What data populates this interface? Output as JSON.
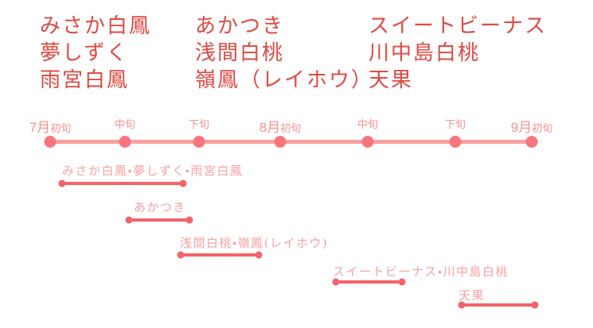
{
  "palette": {
    "variety_name_red": "#df4a43",
    "timeline_line": "#f9a09d",
    "timeline_dot": "#f7767b",
    "tick_label": "#f8918f",
    "bar_red": "#f5626b",
    "row_label_pink": "#f7a2a2",
    "background": "#ffffff"
  },
  "varieties": {
    "columns": [
      {
        "x": 50,
        "items": [
          "みさか白鳳",
          "夢しずく",
          "雨宮白鳳"
        ]
      },
      {
        "x": 245,
        "items": [
          "あかつき",
          "浅間白桃",
          "嶺鳳（レイホウ）"
        ]
      },
      {
        "x": 463,
        "items": [
          "スイートビーナス",
          "川中島白桃",
          "天果"
        ]
      }
    ]
  },
  "timeline": {
    "line": {
      "x1": 58,
      "x2": 676,
      "y": 178
    },
    "ticks": [
      {
        "month": "7月",
        "part": "初旬",
        "x": 63
      },
      {
        "month": "",
        "part": "中旬",
        "x": 157
      },
      {
        "month": "",
        "part": "下旬",
        "x": 250
      },
      {
        "month": "8月",
        "part": "初旬",
        "x": 352
      },
      {
        "month": "",
        "part": "中旬",
        "x": 462
      },
      {
        "month": "",
        "part": "下旬",
        "x": 572
      },
      {
        "month": "9月",
        "part": "初旬",
        "x": 668
      }
    ]
  },
  "harvest_rows": [
    {
      "label": "みさか白鳳・夢しずく・雨宮白鳳",
      "label_x": 78,
      "label_y": 204,
      "bar_x1": 78,
      "bar_x2": 230,
      "bar_y": 231
    },
    {
      "label": "あかつき",
      "label_x": 168,
      "label_y": 250,
      "bar_x1": 162,
      "bar_x2": 238,
      "bar_y": 277
    },
    {
      "label": "浅間白桃・嶺鳳(レイホウ)",
      "label_x": 226,
      "label_y": 295,
      "bar_x1": 227,
      "bar_x2": 325,
      "bar_y": 321
    },
    {
      "label": "スイートビーナス・川中島白桃",
      "label_x": 418,
      "label_y": 331,
      "bar_x1": 422,
      "bar_x2": 505,
      "bar_y": 355
    },
    {
      "label": "天果",
      "label_x": 576,
      "label_y": 361,
      "bar_x1": 580,
      "bar_x2": 672,
      "bar_y": 384
    }
  ],
  "chart_data": {
    "type": "bar",
    "subtype": "gantt-harvest-timeline",
    "title": "",
    "xlabel": "",
    "ylabel": "",
    "grid": false,
    "legend": false,
    "x_ticks": [
      "7月初旬",
      "7月中旬",
      "7月下旬",
      "8月初旬",
      "8月中旬",
      "8月下旬",
      "9月初旬"
    ],
    "x_range_units": [
      0,
      6
    ],
    "series": [
      {
        "name": "みさか白鳳・夢しずく・雨宮白鳳",
        "start": 0.15,
        "end": 1.8
      },
      {
        "name": "あかつき",
        "start": 1.05,
        "end": 1.85
      },
      {
        "name": "浅間白桃・嶺鳳(レイホウ)",
        "start": 1.75,
        "end": 2.75
      },
      {
        "name": "スイートビーナス・川中島白桃",
        "start": 3.6,
        "end": 4.4
      },
      {
        "name": "天果",
        "start": 5.1,
        "end": 6.0
      }
    ]
  }
}
